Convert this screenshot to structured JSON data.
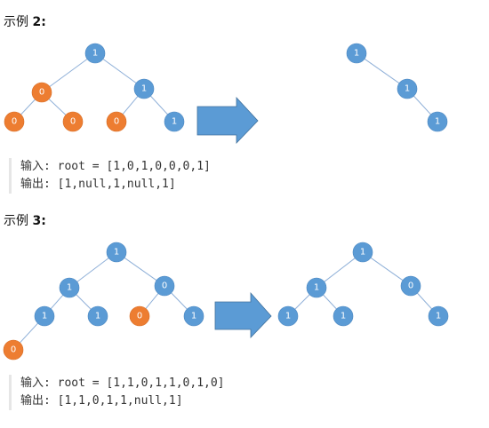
{
  "example2": {
    "title": "示例 ",
    "number": "2:",
    "input_label": "输入:",
    "input_value": " root = [1,0,1,0,0,0,1]",
    "output_label": "输出:",
    "output_value": " [1,null,1,null,1]",
    "before_tree": {
      "nodes": [
        {
          "id": "a",
          "value": "1",
          "color": "blue"
        },
        {
          "id": "b",
          "value": "0",
          "color": "orange"
        },
        {
          "id": "c",
          "value": "1",
          "color": "blue"
        },
        {
          "id": "d",
          "value": "0",
          "color": "orange"
        },
        {
          "id": "e",
          "value": "0",
          "color": "orange"
        },
        {
          "id": "f",
          "value": "0",
          "color": "orange"
        },
        {
          "id": "g",
          "value": "1",
          "color": "blue"
        }
      ]
    },
    "after_tree": {
      "nodes": [
        {
          "id": "a",
          "value": "1",
          "color": "blue"
        },
        {
          "id": "c",
          "value": "1",
          "color": "blue"
        },
        {
          "id": "g",
          "value": "1",
          "color": "blue"
        }
      ]
    }
  },
  "example3": {
    "title": "示例 ",
    "number": "3:",
    "input_label": "输入:",
    "input_value": " root = [1,1,0,1,1,0,1,0]",
    "output_label": "输出:",
    "output_value": " [1,1,0,1,1,null,1]",
    "before_tree": {
      "nodes": [
        {
          "id": "a",
          "value": "1",
          "color": "blue"
        },
        {
          "id": "b",
          "value": "1",
          "color": "blue"
        },
        {
          "id": "c",
          "value": "0",
          "color": "blue"
        },
        {
          "id": "d",
          "value": "1",
          "color": "blue"
        },
        {
          "id": "e",
          "value": "1",
          "color": "blue"
        },
        {
          "id": "f",
          "value": "0",
          "color": "orange"
        },
        {
          "id": "g",
          "value": "1",
          "color": "blue"
        },
        {
          "id": "h",
          "value": "0",
          "color": "orange"
        }
      ]
    },
    "after_tree": {
      "nodes": [
        {
          "id": "a",
          "value": "1",
          "color": "blue"
        },
        {
          "id": "b",
          "value": "1",
          "color": "blue"
        },
        {
          "id": "c",
          "value": "0",
          "color": "blue"
        },
        {
          "id": "d",
          "value": "1",
          "color": "blue"
        },
        {
          "id": "e",
          "value": "1",
          "color": "blue"
        },
        {
          "id": "g",
          "value": "1",
          "color": "blue"
        }
      ]
    }
  },
  "colors": {
    "node_blue": "#5b9bd5",
    "node_orange": "#ed7d31",
    "arrow": "#5b9bd5"
  }
}
